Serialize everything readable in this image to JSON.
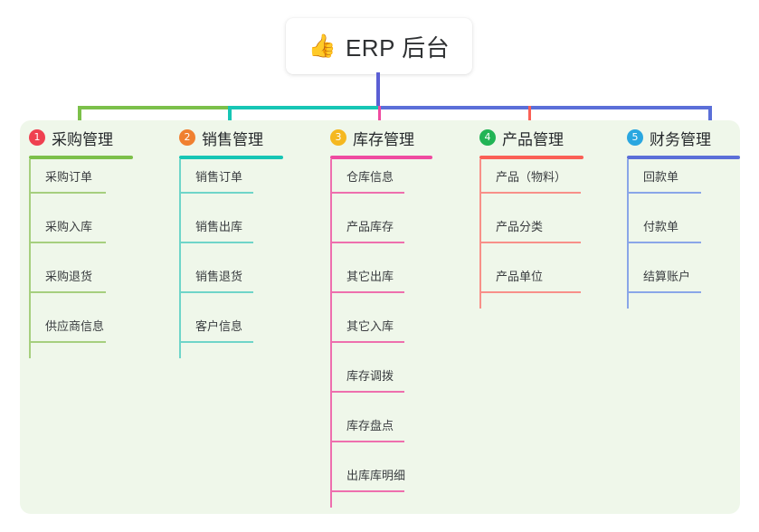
{
  "root": {
    "emoji": "👍",
    "emoji_name": "thumbs-up-icon",
    "title": "ERP 后台"
  },
  "colors": {
    "panel_bg": "#eff7ea",
    "page_bg": "#ffffff",
    "root_line": "#5b5fd4",
    "col1": "#7cc04a",
    "col2": "#17c6b5",
    "col3": "#ef4ba0",
    "col4": "#fa6056",
    "col5": "#5b6fd8",
    "col5_item": "#8aa6e8",
    "badge1": "#ef4050",
    "badge2": "#f08030",
    "badge3": "#f5b820",
    "badge4": "#22b455",
    "badge5": "#2aa7e0"
  },
  "columns": [
    {
      "number": "1",
      "title": "采购管理",
      "accent": "#7cc04a",
      "item_accent": "#a6cf7e",
      "badge_color": "#ef4050",
      "items": [
        "采购订单",
        "采购入库",
        "采购退货",
        "供应商信息"
      ]
    },
    {
      "number": "2",
      "title": "销售管理",
      "accent": "#17c6b5",
      "item_accent": "#6fd5c9",
      "badge_color": "#f08030",
      "items": [
        "销售订单",
        "销售出库",
        "销售退货",
        "客户信息"
      ]
    },
    {
      "number": "3",
      "title": "库存管理",
      "accent": "#ef4ba0",
      "item_accent": "#ee6fae",
      "badge_color": "#f5b820",
      "items": [
        "仓库信息",
        "产品库存",
        "其它出库",
        "其它入库",
        "库存调拨",
        "库存盘点",
        "出库库明细"
      ]
    },
    {
      "number": "4",
      "title": "产品管理",
      "accent": "#fa6056",
      "item_accent": "#f89089",
      "badge_color": "#22b455",
      "items": [
        "产品（物料）",
        "产品分类",
        "产品单位"
      ]
    },
    {
      "number": "5",
      "title": "财务管理",
      "accent": "#5b6fd8",
      "item_accent": "#8aa6e8",
      "badge_color": "#2aa7e0",
      "items": [
        "回款单",
        "付款单",
        "结算账户"
      ]
    }
  ]
}
